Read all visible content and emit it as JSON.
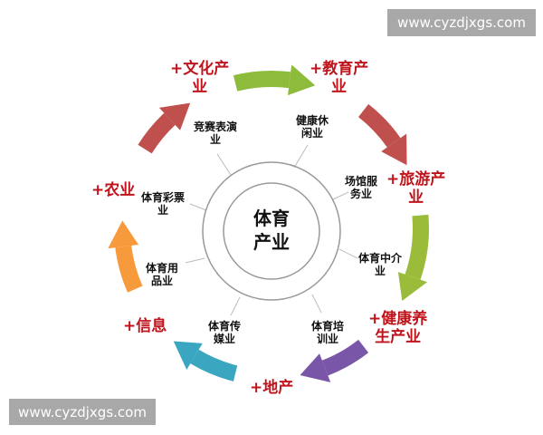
{
  "center": {
    "label": "体育\n产业"
  },
  "sub_industries": [
    "竞赛表演\n业",
    "健康休\n闲业",
    "场馆服\n务业",
    "体育中介\n业",
    "体育培\n训业",
    "体育传\n媒业",
    "体育用\n品业",
    "体育彩票\n业"
  ],
  "plus_industries": [
    "+文化产\n业",
    "+教育产\n业",
    "+旅游产\n业",
    "+健康养\n生产业",
    "+地产",
    "+信息",
    "+农业"
  ],
  "arrows": [
    {
      "color": "#8dbb3c"
    },
    {
      "color": "#c0504d"
    },
    {
      "color": "#9bbb3b"
    },
    {
      "color": "#7a56a8"
    },
    {
      "color": "#3aa6c0"
    },
    {
      "color": "#f79a3c"
    },
    {
      "color": "#c0504d"
    }
  ],
  "watermark_top": "www.cyzdjxgs.com",
  "watermark_bottom": "www.cyzdjxgs.com"
}
